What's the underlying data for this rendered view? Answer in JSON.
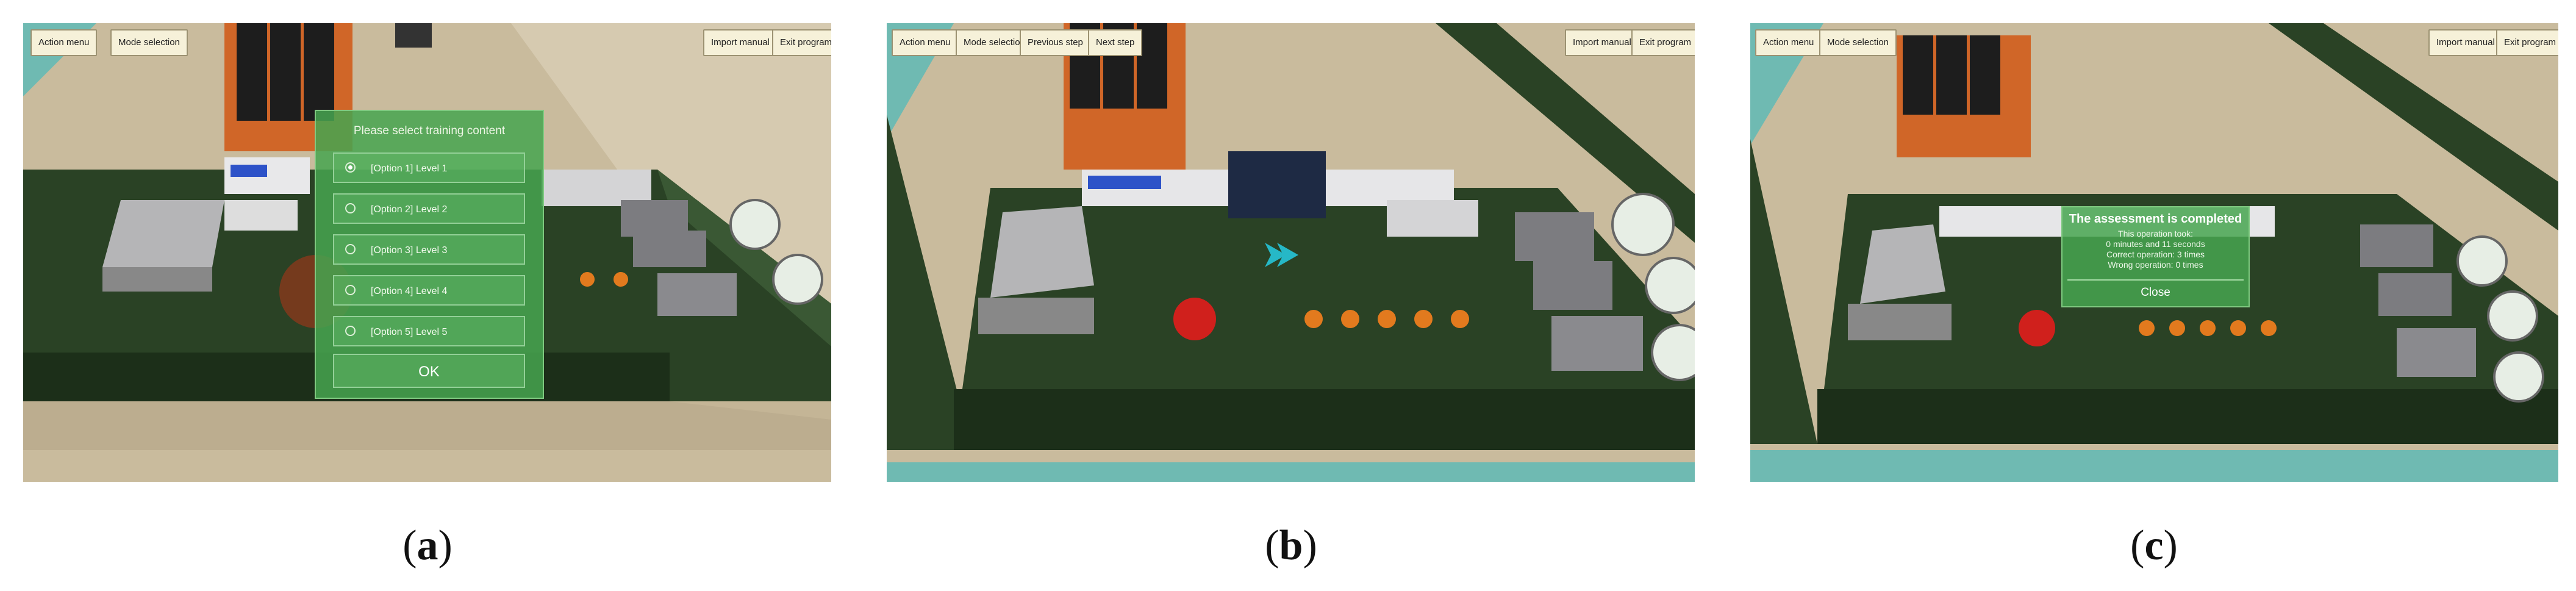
{
  "panel_a": {
    "top_left_buttons": [
      "Action menu",
      "Mode selection"
    ],
    "top_right_buttons": [
      "Import manual",
      "Exit program"
    ],
    "dialog": {
      "title": "Please select training content",
      "options": [
        {
          "label": "[Option 1]  Level 1",
          "selected": true
        },
        {
          "label": "[Option 2]  Level 2",
          "selected": false
        },
        {
          "label": "[Option 3]  Level 3",
          "selected": false
        },
        {
          "label": "[Option 4]  Level 4",
          "selected": false
        },
        {
          "label": "[Option 5]  Level 5",
          "selected": false
        }
      ],
      "ok_label": "OK"
    },
    "caption": "a"
  },
  "panel_b": {
    "top_left_buttons": [
      "Action menu",
      "Mode selection",
      "Previous step",
      "Next step"
    ],
    "top_right_buttons": [
      "Import manual",
      "Exit program"
    ],
    "caption": "b"
  },
  "panel_c": {
    "top_left_buttons": [
      "Action menu",
      "Mode selection"
    ],
    "top_right_buttons": [
      "Import manual",
      "Exit program"
    ],
    "result": {
      "title": "The assessment is completed",
      "lines": [
        "This operation took:",
        "0 minutes and  11 seconds",
        "Correct operation: 3 times",
        "Wrong operation: 0 times"
      ],
      "close_label": "Close"
    },
    "caption": "c"
  },
  "colors": {
    "floor": "#cdbfa2",
    "board": "#243a20",
    "teal": "#3cb3b0",
    "dialog_green": "#46a550",
    "estop_red": "#d0201c",
    "knob_orange": "#e27a1e"
  },
  "icons": [
    "emergency-stop-icon",
    "rotary-knob-icon",
    "power-supply-icon",
    "gauge-icon",
    "cursor-arrow-icon"
  ]
}
